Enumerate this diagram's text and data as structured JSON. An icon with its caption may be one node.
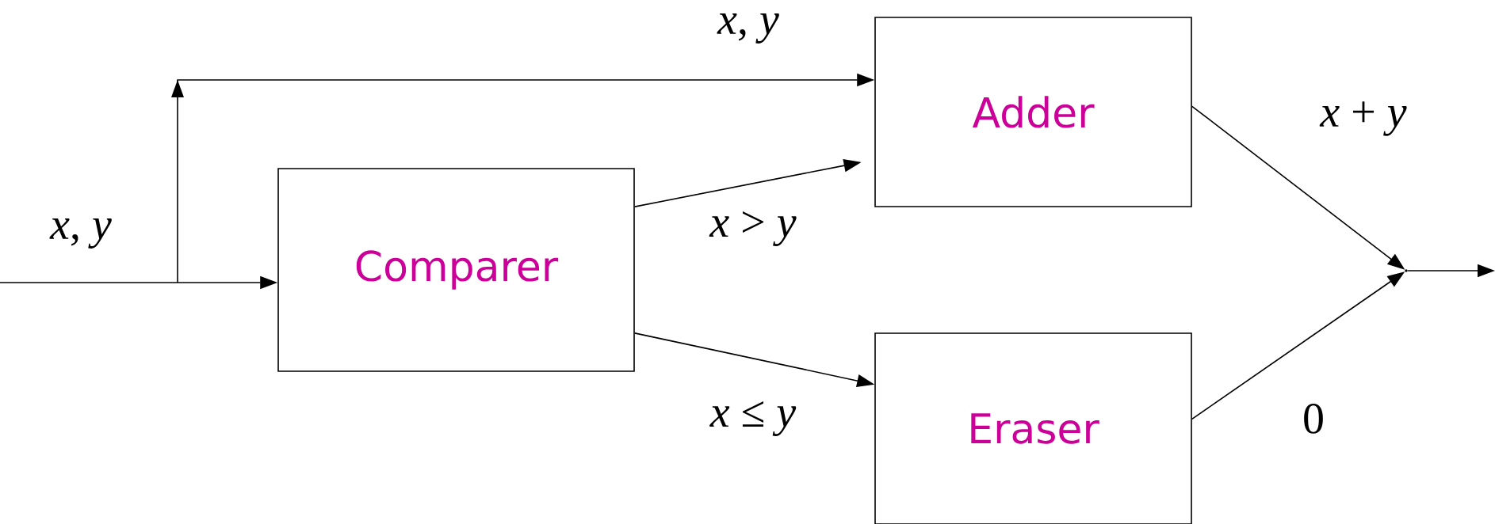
{
  "diagram": {
    "nodes": [
      {
        "text": [
          "Adder"
        ]
      },
      {
        "text": [
          "Comparer"
        ]
      },
      {
        "text": [
          "Eraser"
        ]
      },
      {
        "text": [],
        "shape": "point"
      }
    ],
    "edges": [
      {
        "from": null,
        "to": 1,
        "arrow": "to",
        "label": "*x*, *y*"
      },
      {
        "from": null,
        "to": 0,
        "arrow": "to",
        "label": "*x*, *y*"
      },
      {
        "from": 1,
        "to": 0,
        "arrow": "to",
        "label": "*x* > *y*"
      },
      {
        "from": 1,
        "to": 2,
        "arrow": "to",
        "label": "*x* ≤ *y*"
      },
      {
        "from": 0,
        "to": 3,
        "arrow": "to",
        "label": "*x* + *y*"
      },
      {
        "from": 2,
        "to": 3,
        "arrow": "to",
        "label": "0"
      },
      {
        "from": 3,
        "to": null,
        "arrow": "to"
      }
    ]
  }
}
